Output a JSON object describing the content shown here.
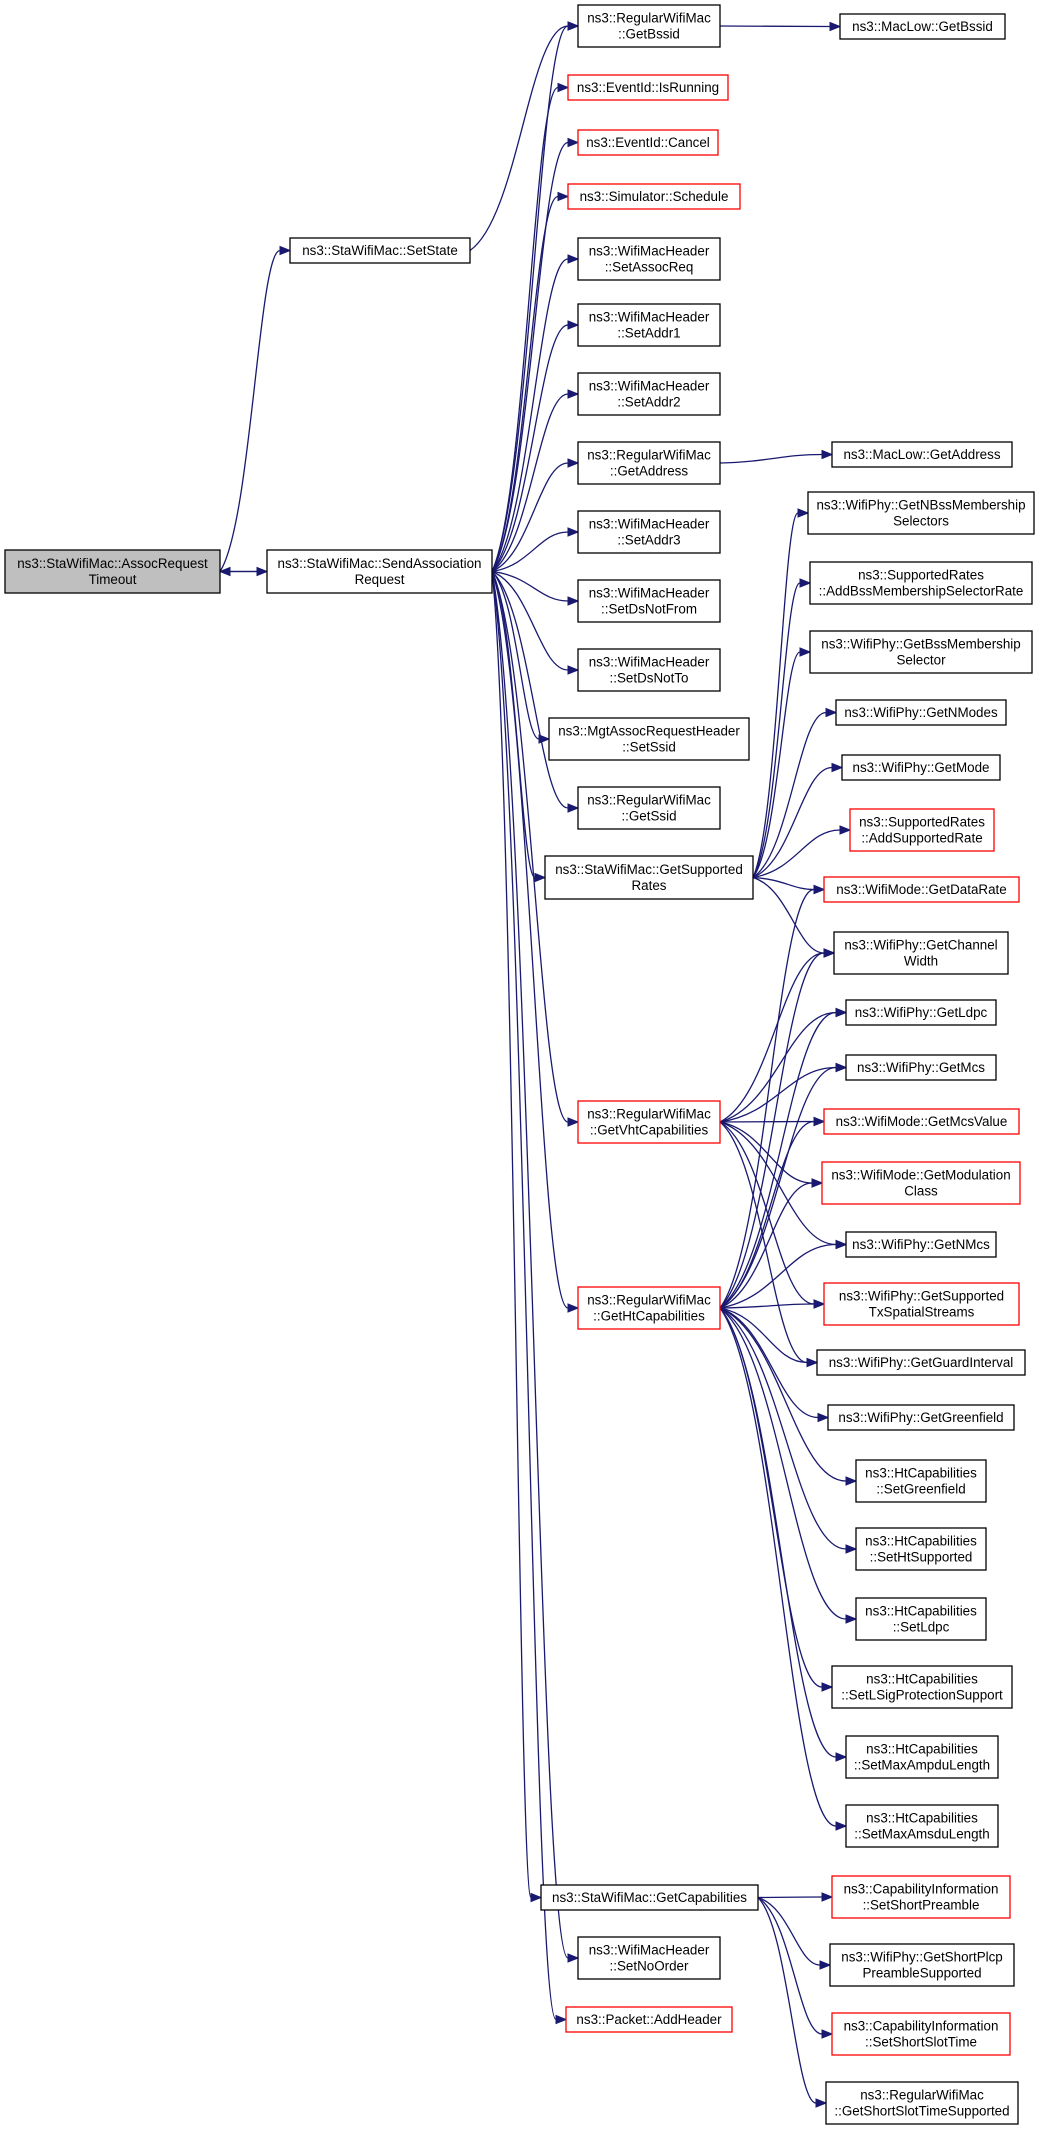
{
  "diagram": {
    "type": "call-graph",
    "colors": {
      "edge": "#191970",
      "border_normal": "#000000",
      "border_undocumented": "#ff0000",
      "root_fill": "#bfbfbf",
      "background": "#ffffff"
    },
    "nodes": [
      {
        "id": "assoc_timeout",
        "label": [
          "ns3::StaWifiMac::AssocRequest",
          "Timeout"
        ],
        "style": "root"
      },
      {
        "id": "set_state",
        "label": [
          "ns3::StaWifiMac::SetState"
        ],
        "style": "normal"
      },
      {
        "id": "send_assoc",
        "label": [
          "ns3::StaWifiMac::SendAssociation",
          "Request"
        ],
        "style": "normal"
      },
      {
        "id": "get_bssid",
        "label": [
          "ns3::RegularWifiMac",
          "::GetBssid"
        ],
        "style": "normal"
      },
      {
        "id": "maclow_get_bssid",
        "label": [
          "ns3::MacLow::GetBssid"
        ],
        "style": "normal"
      },
      {
        "id": "event_is_running",
        "label": [
          "ns3::EventId::IsRunning"
        ],
        "style": "red"
      },
      {
        "id": "event_cancel",
        "label": [
          "ns3::EventId::Cancel"
        ],
        "style": "red"
      },
      {
        "id": "sim_schedule",
        "label": [
          "ns3::Simulator::Schedule"
        ],
        "style": "red"
      },
      {
        "id": "hdr_set_assoc_req",
        "label": [
          "ns3::WifiMacHeader",
          "::SetAssocReq"
        ],
        "style": "normal"
      },
      {
        "id": "hdr_set_addr1",
        "label": [
          "ns3::WifiMacHeader",
          "::SetAddr1"
        ],
        "style": "normal"
      },
      {
        "id": "hdr_set_addr2",
        "label": [
          "ns3::WifiMacHeader",
          "::SetAddr2"
        ],
        "style": "normal"
      },
      {
        "id": "get_address",
        "label": [
          "ns3::RegularWifiMac",
          "::GetAddress"
        ],
        "style": "normal"
      },
      {
        "id": "maclow_get_address",
        "label": [
          "ns3::MacLow::GetAddress"
        ],
        "style": "normal"
      },
      {
        "id": "hdr_set_addr3",
        "label": [
          "ns3::WifiMacHeader",
          "::SetAddr3"
        ],
        "style": "normal"
      },
      {
        "id": "hdr_set_ds_not_from",
        "label": [
          "ns3::WifiMacHeader",
          "::SetDsNotFrom"
        ],
        "style": "normal"
      },
      {
        "id": "hdr_set_ds_not_to",
        "label": [
          "ns3::WifiMacHeader",
          "::SetDsNotTo"
        ],
        "style": "normal"
      },
      {
        "id": "mgt_set_ssid",
        "label": [
          "ns3::MgtAssocRequestHeader",
          "::SetSsid"
        ],
        "style": "normal"
      },
      {
        "id": "get_ssid",
        "label": [
          "ns3::RegularWifiMac",
          "::GetSsid"
        ],
        "style": "normal"
      },
      {
        "id": "get_supported_rates",
        "label": [
          "ns3::StaWifiMac::GetSupported",
          "Rates"
        ],
        "style": "normal"
      },
      {
        "id": "phy_get_n_bss",
        "label": [
          "ns3::WifiPhy::GetNBssMembership",
          "Selectors"
        ],
        "style": "normal"
      },
      {
        "id": "sr_add_bss",
        "label": [
          "ns3::SupportedRates",
          "::AddBssMembershipSelectorRate"
        ],
        "style": "normal"
      },
      {
        "id": "phy_get_bss",
        "label": [
          "ns3::WifiPhy::GetBssMembership",
          "Selector"
        ],
        "style": "normal"
      },
      {
        "id": "phy_get_n_modes",
        "label": [
          "ns3::WifiPhy::GetNModes"
        ],
        "style": "normal"
      },
      {
        "id": "phy_get_mode",
        "label": [
          "ns3::WifiPhy::GetMode"
        ],
        "style": "normal"
      },
      {
        "id": "sr_add_supported",
        "label": [
          "ns3::SupportedRates",
          "::AddSupportedRate"
        ],
        "style": "red"
      },
      {
        "id": "mode_get_data_rate",
        "label": [
          "ns3::WifiMode::GetDataRate"
        ],
        "style": "red"
      },
      {
        "id": "phy_get_channel_width",
        "label": [
          "ns3::WifiPhy::GetChannel",
          "Width"
        ],
        "style": "normal"
      },
      {
        "id": "phy_get_ldpc",
        "label": [
          "ns3::WifiPhy::GetLdpc"
        ],
        "style": "normal"
      },
      {
        "id": "get_vht_cap",
        "label": [
          "ns3::RegularWifiMac",
          "::GetVhtCapabilities"
        ],
        "style": "red"
      },
      {
        "id": "phy_get_mcs",
        "label": [
          "ns3::WifiPhy::GetMcs"
        ],
        "style": "normal"
      },
      {
        "id": "mode_get_mcs_value",
        "label": [
          "ns3::WifiMode::GetMcsValue"
        ],
        "style": "red"
      },
      {
        "id": "mode_get_mod_class",
        "label": [
          "ns3::WifiMode::GetModulation",
          "Class"
        ],
        "style": "red"
      },
      {
        "id": "phy_get_n_mcs",
        "label": [
          "ns3::WifiPhy::GetNMcs"
        ],
        "style": "normal"
      },
      {
        "id": "get_ht_cap",
        "label": [
          "ns3::RegularWifiMac",
          "::GetHtCapabilities"
        ],
        "style": "red"
      },
      {
        "id": "phy_get_tx_ss",
        "label": [
          "ns3::WifiPhy::GetSupported",
          "TxSpatialStreams"
        ],
        "style": "red"
      },
      {
        "id": "phy_get_guard",
        "label": [
          "ns3::WifiPhy::GetGuardInterval"
        ],
        "style": "normal"
      },
      {
        "id": "phy_get_greenfield",
        "label": [
          "ns3::WifiPhy::GetGreenfield"
        ],
        "style": "normal"
      },
      {
        "id": "ht_set_greenfield",
        "label": [
          "ns3::HtCapabilities",
          "::SetGreenfield"
        ],
        "style": "normal"
      },
      {
        "id": "ht_set_ht_supported",
        "label": [
          "ns3::HtCapabilities",
          "::SetHtSupported"
        ],
        "style": "normal"
      },
      {
        "id": "ht_set_ldpc",
        "label": [
          "ns3::HtCapabilities",
          "::SetLdpc"
        ],
        "style": "normal"
      },
      {
        "id": "ht_set_lsig",
        "label": [
          "ns3::HtCapabilities",
          "::SetLSigProtectionSupport"
        ],
        "style": "normal"
      },
      {
        "id": "ht_set_max_ampdu",
        "label": [
          "ns3::HtCapabilities",
          "::SetMaxAmpduLength"
        ],
        "style": "normal"
      },
      {
        "id": "ht_set_max_amsdu",
        "label": [
          "ns3::HtCapabilities",
          "::SetMaxAmsduLength"
        ],
        "style": "normal"
      },
      {
        "id": "get_capabilities",
        "label": [
          "ns3::StaWifiMac::GetCapabilities"
        ],
        "style": "normal"
      },
      {
        "id": "cap_set_short_preamble",
        "label": [
          "ns3::CapabilityInformation",
          "::SetShortPreamble"
        ],
        "style": "red"
      },
      {
        "id": "hdr_set_no_order",
        "label": [
          "ns3::WifiMacHeader",
          "::SetNoOrder"
        ],
        "style": "normal"
      },
      {
        "id": "phy_get_short_plcp",
        "label": [
          "ns3::WifiPhy::GetShortPlcp",
          "PreambleSupported"
        ],
        "style": "normal"
      },
      {
        "id": "packet_add_header",
        "label": [
          "ns3::Packet::AddHeader"
        ],
        "style": "red"
      },
      {
        "id": "cap_set_short_slot",
        "label": [
          "ns3::CapabilityInformation",
          "::SetShortSlotTime"
        ],
        "style": "red"
      },
      {
        "id": "get_short_slot_supported",
        "label": [
          "ns3::RegularWifiMac",
          "::GetShortSlotTimeSupported"
        ],
        "style": "normal"
      }
    ],
    "edges": [
      [
        "assoc_timeout",
        "set_state"
      ],
      [
        "assoc_timeout",
        "send_assoc"
      ],
      [
        "send_assoc",
        "assoc_timeout"
      ],
      [
        "set_state",
        "get_bssid"
      ],
      [
        "get_bssid",
        "maclow_get_bssid"
      ],
      [
        "send_assoc",
        "get_bssid"
      ],
      [
        "send_assoc",
        "event_is_running"
      ],
      [
        "send_assoc",
        "event_cancel"
      ],
      [
        "send_assoc",
        "sim_schedule"
      ],
      [
        "send_assoc",
        "hdr_set_assoc_req"
      ],
      [
        "send_assoc",
        "hdr_set_addr1"
      ],
      [
        "send_assoc",
        "hdr_set_addr2"
      ],
      [
        "send_assoc",
        "get_address"
      ],
      [
        "get_address",
        "maclow_get_address"
      ],
      [
        "send_assoc",
        "hdr_set_addr3"
      ],
      [
        "send_assoc",
        "hdr_set_ds_not_from"
      ],
      [
        "send_assoc",
        "hdr_set_ds_not_to"
      ],
      [
        "send_assoc",
        "mgt_set_ssid"
      ],
      [
        "send_assoc",
        "get_ssid"
      ],
      [
        "send_assoc",
        "get_supported_rates"
      ],
      [
        "send_assoc",
        "get_vht_cap"
      ],
      [
        "send_assoc",
        "get_ht_cap"
      ],
      [
        "send_assoc",
        "get_capabilities"
      ],
      [
        "send_assoc",
        "hdr_set_no_order"
      ],
      [
        "send_assoc",
        "packet_add_header"
      ],
      [
        "get_supported_rates",
        "phy_get_n_bss"
      ],
      [
        "get_supported_rates",
        "sr_add_bss"
      ],
      [
        "get_supported_rates",
        "phy_get_bss"
      ],
      [
        "get_supported_rates",
        "phy_get_n_modes"
      ],
      [
        "get_supported_rates",
        "phy_get_mode"
      ],
      [
        "get_supported_rates",
        "sr_add_supported"
      ],
      [
        "get_supported_rates",
        "mode_get_data_rate"
      ],
      [
        "get_supported_rates",
        "phy_get_channel_width"
      ],
      [
        "get_vht_cap",
        "phy_get_channel_width"
      ],
      [
        "get_vht_cap",
        "phy_get_ldpc"
      ],
      [
        "get_vht_cap",
        "phy_get_mcs"
      ],
      [
        "get_vht_cap",
        "mode_get_mcs_value"
      ],
      [
        "get_vht_cap",
        "mode_get_mod_class"
      ],
      [
        "get_vht_cap",
        "phy_get_n_mcs"
      ],
      [
        "get_vht_cap",
        "phy_get_tx_ss"
      ],
      [
        "get_vht_cap",
        "phy_get_guard"
      ],
      [
        "get_ht_cap",
        "mode_get_data_rate"
      ],
      [
        "get_ht_cap",
        "phy_get_channel_width"
      ],
      [
        "get_ht_cap",
        "phy_get_ldpc"
      ],
      [
        "get_ht_cap",
        "phy_get_mcs"
      ],
      [
        "get_ht_cap",
        "mode_get_mcs_value"
      ],
      [
        "get_ht_cap",
        "mode_get_mod_class"
      ],
      [
        "get_ht_cap",
        "phy_get_n_mcs"
      ],
      [
        "get_ht_cap",
        "phy_get_tx_ss"
      ],
      [
        "get_ht_cap",
        "phy_get_guard"
      ],
      [
        "get_ht_cap",
        "phy_get_greenfield"
      ],
      [
        "get_ht_cap",
        "ht_set_greenfield"
      ],
      [
        "get_ht_cap",
        "ht_set_ht_supported"
      ],
      [
        "get_ht_cap",
        "ht_set_ldpc"
      ],
      [
        "get_ht_cap",
        "ht_set_lsig"
      ],
      [
        "get_ht_cap",
        "ht_set_max_ampdu"
      ],
      [
        "get_ht_cap",
        "ht_set_max_amsdu"
      ],
      [
        "get_capabilities",
        "cap_set_short_preamble"
      ],
      [
        "get_capabilities",
        "phy_get_short_plcp"
      ],
      [
        "get_capabilities",
        "cap_set_short_slot"
      ],
      [
        "get_capabilities",
        "get_short_slot_supported"
      ]
    ]
  }
}
